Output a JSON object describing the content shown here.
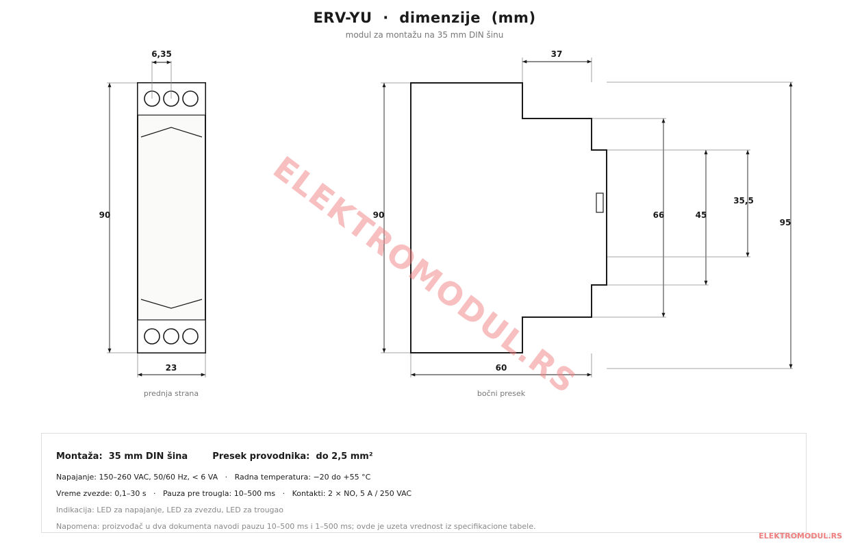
{
  "header": {
    "title": "ERV-YU  ·  dimenzije  (mm)",
    "subtitle": "modul za montažu na 35 mm DIN šinu"
  },
  "front_view": {
    "caption": "prednja strana",
    "dim_pitch": "6,35",
    "dim_height": "90",
    "dim_width": "23"
  },
  "side_view": {
    "caption": "bočni presek",
    "dim_top": "37",
    "dim_height": "90",
    "dim_66": "66",
    "dim_45": "45",
    "dim_355": "35,5",
    "dim_95": "95",
    "dim_depth": "60"
  },
  "watermark": {
    "text": "ELEKTROMODUL.RS"
  },
  "specs": {
    "mounting": "Montaža:  35 mm DIN šina",
    "conductor": "Presek provodnika:  do 2,5 mm²",
    "line1": "Napajanje: 150–260 VAC, 50/60 Hz, < 6 VA   ·   Radna temperatura: −20 do +55 °C",
    "line2": "Vreme zvezde: 0,1–30 s   ·   Pauza pre trougla: 10–500 ms   ·   Kontakti: 2 × NO, 5 A / 250 VAC",
    "line3": "Indikacija: LED za napajanje, LED za zvezdu, LED za trougao",
    "line4": "Napomena: proizvođač u dva dokumenta navodi pauzu 10–500 ms i 1–500 ms; ovde je uzeta vrednost iz specifikacione tabele."
  },
  "footer": {
    "ghost": "elektromodul.rs",
    "brand": "ELEKTROMODUL.RS"
  }
}
